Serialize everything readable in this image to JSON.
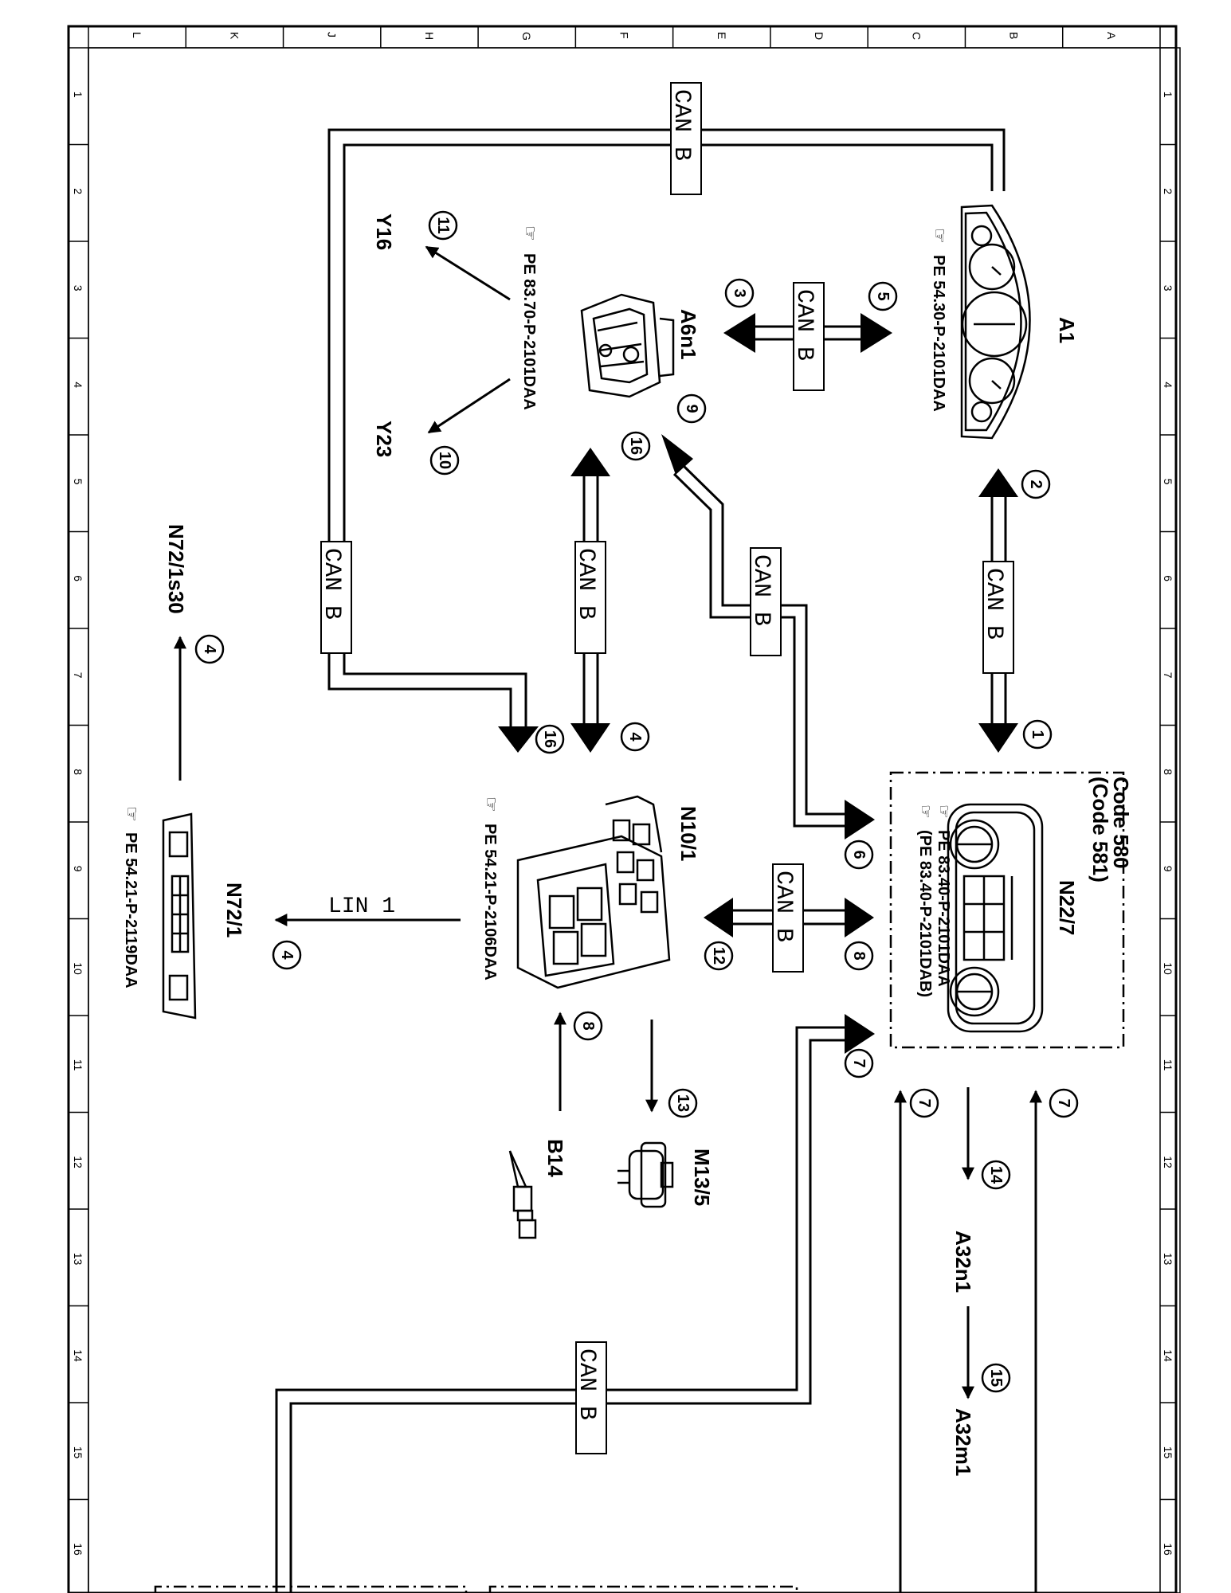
{
  "frame": {
    "col_letters": [
      "L",
      "K",
      "J",
      "H",
      "G",
      "F",
      "E",
      "D",
      "C",
      "B",
      "A"
    ],
    "row_numbers": [
      "1",
      "2",
      "3",
      "4",
      "5",
      "6",
      "7",
      "8",
      "9",
      "10",
      "11",
      "12",
      "13",
      "14",
      "15",
      "16"
    ]
  },
  "components": {
    "a1": {
      "name": "A1",
      "ref": "PE 54.30-P-2101DAA"
    },
    "a6n1": {
      "name": "A6n1",
      "ref": "PE 83.70-P-2101DAA"
    },
    "n22_7": {
      "name": "N22/7",
      "code_a": "Code 580",
      "code_b": "(Code 581)",
      "ref_a": "PE 83.40-P-2101DAA",
      "ref_b": "(PE 83.40-P-2101DAB)"
    },
    "n10_1": {
      "name": "N10/1",
      "ref": "PE 54.21-P-2106DAA"
    },
    "n72_1": {
      "name": "N72/1",
      "ref": "PE 54.21-P-2119DAA"
    },
    "n72_1s30": {
      "name": "N72/1s30"
    },
    "y16": {
      "name": "Y16"
    },
    "y23": {
      "name": "Y23"
    },
    "m13_5": {
      "name": "M13/5"
    },
    "b14": {
      "name": "B14"
    },
    "a32n1": {
      "name": "A32n1"
    },
    "a32m1": {
      "name": "A32m1"
    }
  },
  "bus_labels": {
    "can_b": "CAN B",
    "lin_1": "LIN 1"
  },
  "numbers": {
    "n1": "1",
    "n2": "2",
    "n3": "3",
    "n4": "4",
    "n5": "5",
    "n6": "6",
    "n7": "7",
    "n8": "8",
    "n9": "9",
    "n10": "10",
    "n11": "11",
    "n12": "12",
    "n13": "13",
    "n14": "14",
    "n15": "15",
    "n16": "16"
  }
}
